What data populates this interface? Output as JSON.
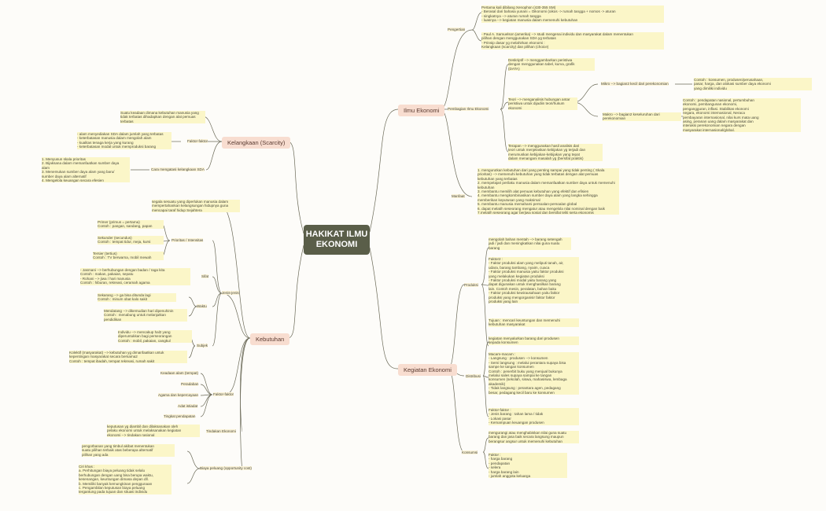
{
  "root": "HAKIKAT ILMU EKONOMI",
  "branches": {
    "ilmu": "Ilmu Ekonomi",
    "keg": "Kegiatan Ekonomi",
    "kel": "Kelangkaan (Scarcity)",
    "keb": "Kebutuhan"
  },
  "ilmu": {
    "pengertian_lbl": "Pengertian",
    "pengertian_txt": "Pertama kali dibilang Xenophon (430-355 SM)\n- Berasal dari bahasa yunani = Oikonomi (oikos -> rumah tangga + nomos -> aturan\n- singkatnya --> aturan rumah tangga\n- luasnya --> kegiatan manusia dalam memenuhi kebutuhan",
    "samuelson_txt": "- Paul A. Samuelson (amerika) --> studi mengenai individu dan masyarakat dalam menentukan\npilihan dengan menggunakan SDA yg terbatas\n- Prinsip dasar yg melahirkan ekonomi :\nKelangkaan (scarcity) dan pilihan (choice)",
    "pembagian_lbl": "Pembagian Ilmu Ekonomi",
    "deskriptif": "Deskriptif --> menggambarkan peristiwa\ndengan menggunakan tabel, kurva, grafik\n(DATA)",
    "teori": "Teori --> menganalisis hubungan antar\nperistiwa untuk dijadiin teori/hukum ekonomi",
    "mikro": "Mikro --> bagian2 kecil dari perekonomian",
    "mikro_contoh": "Contoh : konsumen, produsen/perusahaan,\npasar, harga, dan alokasi sumber daya ekonomi\nyang dimiliki individu",
    "makro": "Makro --> bagian2 keseluruhan dari\nperekonomian",
    "makro_contoh": "Contoh : pendapatan nasional, pertumbuhan\nekonomi, pembangunan ekonomi,\npengangguran, inflasi. Stabilitas ekonomi\nnegara, ekonomi internasional, Neraca\npembayaran internasional, nilai kurs mata uang\nasing, peranan uang dalam masyarakat dan\ninteraksi perekonomian negara dengan\nmasyarakat internasional/global.",
    "terapan": "Terapan --> menggunakan hasil analisis dari\nteori untuk menjelaskan kebijakan yg terjadi dan\nmerumuskan kebijakan-kebijakan yang tepat\ndalam menangani masalah yg (bersifat praktis)",
    "manfaat_lbl": "Manfaat",
    "manfaat_txt": "1. mengurutkan kebutuhan dari yang penting sampai yang tidak penting ( Skala\nprioritas) --> memenuhi kebutuhan yang tidak terbatas dengan alat pemuas\nkebutuhan yang terbatas\n2. mempelajari perilaku manusia dalam memanfaatkan sumber daya untuk memenuhi\nkebutuhan\n3. membantu memilih alat pemuas kebutuhan yang efektif dan efisien\n4. membantu mengkombinasikan sumber daya alam yang langka sehingga\nmemberikan keputusan yang maksimal\n5. membantu manusia memahami persoalan-persoalan global\n6. dapat melatih seseorang mengatur atau mengelola nilai nominal dengan baik\n7.melatih seseorang agar berjiwa sosial dan bersifat teliti serta ekonomis"
  },
  "keg": {
    "produksi_lbl": "Produksi",
    "produksi_def": "mengolah bahan mentah --> barang setengah\njadi / jadi dan meningkatkan nilai guna suatu\nbarang",
    "produksi_faktor": "Faktor2 :\n- Faktor produksi alam yang meliputi tanah, air,\nudara, barang tambang, nyaim, cuaca\n- Faktor produksi manusia yaitu faktor produksi\nyang melakukan kegiatan produksi\n- Faktor produksi modal yaitu barang yang\ndapat digunakan untuk menghasilkan barang\nlain. Contoh mesin, peralatan, bahan baku\n- Faktor produksi kewirausahaan yaitu faktor\nproduksi yang mengorganisir faktor faktor\nproduksi yang lain",
    "produksi_tujuan": "Tujuan : mencari keuntungan dan memenuhi\nkebutuhan masyarakat",
    "distribusi_lbl": "Distribusi",
    "distribusi_def": "kegiatan menyalurkan barang dari produsen\nkepada konsumen",
    "distribusi_macam": "Macam-macam :\n- Langsung : produsen --> konsumen\n- Semi langsung : melalui perantara supaya bisa\nsampe ke tangan konsumen\nContoh : penerbit buku yang menjual bukunya\nmelalui sales supaya sampai ke tangan\nkonsumen (sekolah, siswa, mahasiswa, lembaga\nakademik)\n- Tidak langsung : perantara agen, pedagang\nbesar, pedagang kecil baru ke konsumen",
    "distribusi_faktor": "Faktor-faktor :\n- Jenis barang : tahan lama / tidak\n- Lokasi pasar\n- Kemampuan keuangan produsen",
    "konsumsi_lbl": "Konsumsi",
    "konsumsi_def": "mengurangi atau menghabiskan nilai guna suatu\nbarang dan jasa baik secara langsung maupun\nberangsur angsur untuk memenuhi kebutuhan",
    "konsumsi_faktor": "Faktor :\n- harga barang\n- pendapatan\n- selera\n- harga barang lain\n- jumlah anggota keluarga"
  },
  "kel": {
    "def": "Suatu keadaan dimana kebutuhan manusia yang\ntidak terbatas dihadapkan dengan alat pemuas\nterbatas",
    "faktor_lbl": "Faktor-faktor",
    "faktor_txt": "- alam menyediakan SDA dalam jumlah yang terbatas\n- keterbatasan manusia dalam mengolah alam\n- kualitas tenaga kerja yang kurang\n- keterbatasan modal untuk memproduksi barang",
    "cara_lbl": "Cara mengatasi kelangkaan SDA",
    "cara_txt": "1. Menyusun skala prioritas\n2. Bijaksana dalam memanfaatkan sumber daya\nalam\n3. Menemukan sumber daya alam yang baru/\nsumber daya alam alternatif\n4. Mengelola keuangan secara efesien"
  },
  "keb": {
    "def": "segala sesuatu yang diperlukan manusia dalam\nmempertahankan kelangsungan hidupnya guna\nmencapai taraf hidup Sejahtera",
    "jenis_lbl": "Jenis-jenis",
    "prioritas_lbl": "Prioritas / Intensitas",
    "primer": "Primer (primus = pertama)\nContoh : pangan, sandang, papan",
    "sekunder": "Sekunder (secundus)\nContoh : tempat tidur, meja, kursi",
    "tersier": "Tersier (tertius)\nContoh : TV berwarna, mobil mewah",
    "sifat_lbl": "Sifat",
    "sifat_txt": "- Jasmani --> berhubungan dengan badan / raga kita\nContoh : makan, pakaian, sepatu\n- Rohani --> jiwa / hari manusia\nContoh : hiburan, rekreasi, ceramah agama",
    "waktu_lbl": "Waktu",
    "sekarang": "Sekarang --> ga bisa ditunda lagi\nContoh : minum obat kalo sakit",
    "mendatang": "Mendatang --> dikemudian hari dipenuhinin\nContoh : menabung untuk melanjutkan\npendidikan",
    "subjek_lbl": "Subjek",
    "individu": "Individu --> mencakup hal2 yang\ndiperuntukkan bagi perseorangan\nContoh : mobil, pakaian, cangkul",
    "kolektif": "Kolektif (masyarakat) --> kebutuhan yg dimanfaatkan untuk\nkepentingan masyarakat secara bersama2\nContoh : tempat ibadah, tempat rekreasi, rumah sakit",
    "faktor_lbl": "Faktor-faktor",
    "faktor_items": [
      "Keadaan alam (tempat)",
      "Peradaban",
      "Agama dan kepercayaan",
      "Adat istiadat",
      "Tingkat pendapatan"
    ],
    "tindakan_lbl": "Tindakan Ekonomi",
    "tindakan_txt": "keputusan yg diambil dan dilaksanakan oleh\npelaku ekonomi untuk melaksanakan kegiatan\nekonomi --> tindakan rasional",
    "biaya_lbl": "Biaya peluang (opportunity cost)",
    "biaya_def": "pengorbanan yang timbul akibat menentukan\nsuatu pilihan terbaik atas beberapa alternatif\npilihan yang ada",
    "biaya_ciri": "Ciri khas :\na. Perhitungan biaya peluang tidak selalu\nberhubungan dengan uang bisa berupa waktu,\nkesenangan, keuntungan dimasa depan dll.\nb. Memiliki banyak kemungkinan penggunaan\nc. Pengambilan keputusan biaya peluang\ntergantung pada tujuan dan situasi individu"
  },
  "colors": {
    "root": "#5a5e49",
    "branch": "#f8ddd0",
    "line": "#5b5a4a",
    "highlight": "#fbf6c8"
  }
}
